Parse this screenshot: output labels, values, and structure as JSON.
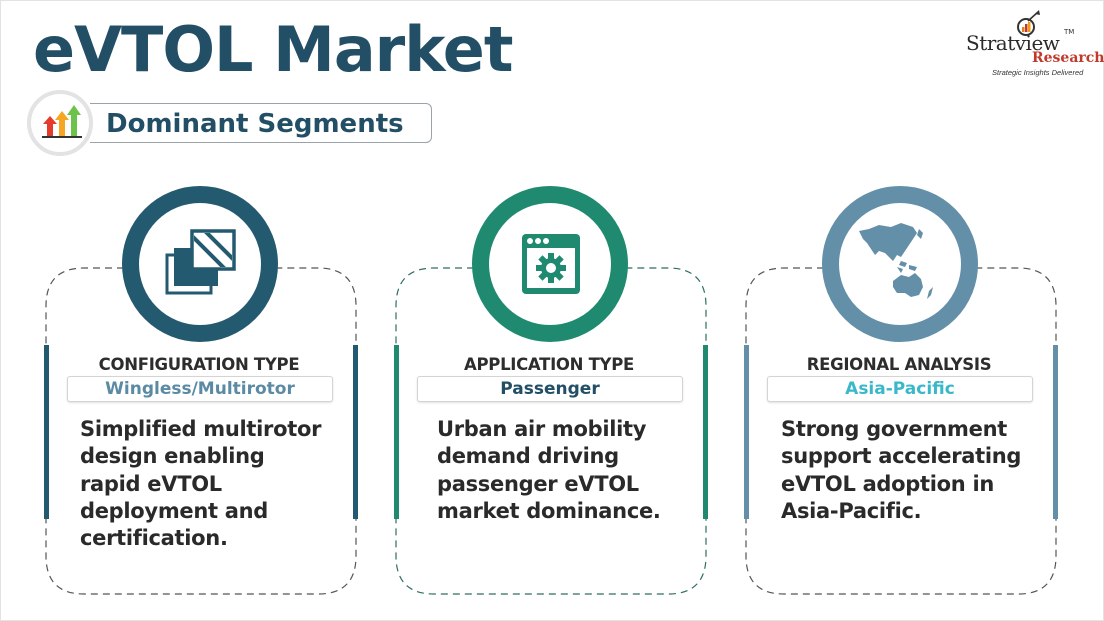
{
  "title": "eVTOL Market",
  "subtitle": {
    "label": "Dominant Segments",
    "icon": "bar-arrows-up-icon"
  },
  "logo": {
    "name": "Stratview",
    "tm": "TM",
    "research": "Research",
    "tagline": "Strategic Insights Delivered"
  },
  "colors": {
    "title": "#234f66",
    "card1": "#245a70",
    "card2": "#1f8a70",
    "card3": "#6390a8",
    "card3_value": "#3ab8c9",
    "card1_value": "#5a8aa4",
    "card2_value": "#234f66"
  },
  "cards": [
    {
      "heading": "CONFIGURATION TYPE",
      "value": "Wingless/Multirotor",
      "body": "Simplified multirotor design enabling rapid eVTOL deployment and certification.",
      "icon": "layered-squares-icon"
    },
    {
      "heading": "APPLICATION TYPE",
      "value": "Passenger",
      "body": "Urban air mobility demand driving passenger eVTOL market dominance.",
      "icon": "app-window-gear-icon"
    },
    {
      "heading": "REGIONAL ANALYSIS",
      "value": "Asia-Pacific",
      "body": "Strong government support accelerating eVTOL adoption in Asia-Pacific.",
      "icon": "asia-pacific-map-icon"
    }
  ]
}
